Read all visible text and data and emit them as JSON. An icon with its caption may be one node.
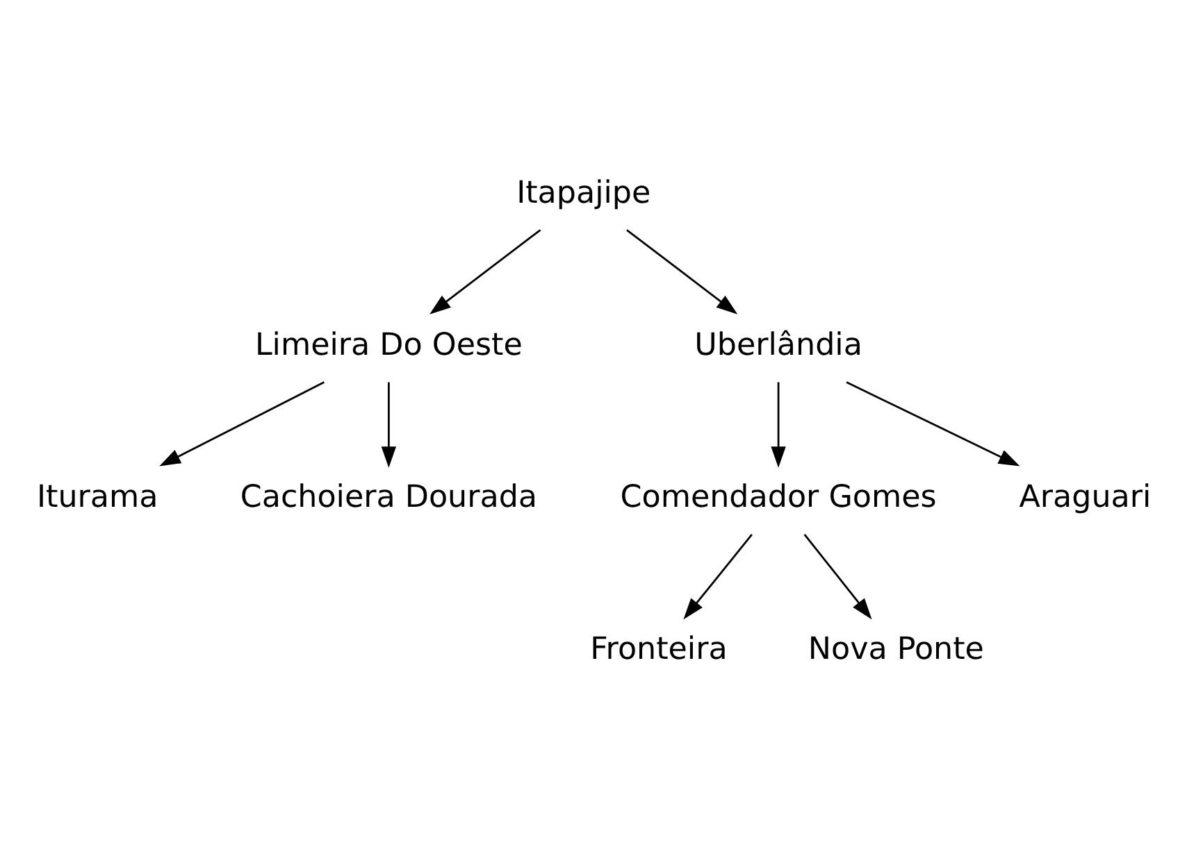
{
  "diagram": {
    "nodes": [
      {
        "text": [
          "Itapajipe"
        ]
      },
      {
        "text": [
          "Limeira Do Oeste"
        ]
      },
      {
        "text": [
          "Uberlândia"
        ]
      },
      {
        "text": [
          "Iturama"
        ]
      },
      {
        "text": [
          "Cachoiera Dourada"
        ]
      },
      {
        "text": [
          "Comendador Gomes"
        ]
      },
      {
        "text": [
          "Araguari"
        ]
      },
      {
        "text": [
          "Fronteira"
        ]
      },
      {
        "text": [
          "Nova Ponte"
        ]
      }
    ],
    "edges": [
      {
        "from": 0,
        "to": 1,
        "arrow": "to"
      },
      {
        "from": 0,
        "to": 2,
        "arrow": "to"
      },
      {
        "from": 1,
        "to": 3,
        "arrow": "to"
      },
      {
        "from": 1,
        "to": 4,
        "arrow": "to"
      },
      {
        "from": 2,
        "to": 5,
        "arrow": "to"
      },
      {
        "from": 2,
        "to": 6,
        "arrow": "to"
      },
      {
        "from": 5,
        "to": 7,
        "arrow": "to"
      },
      {
        "from": 5,
        "to": 8,
        "arrow": "to"
      }
    ]
  }
}
